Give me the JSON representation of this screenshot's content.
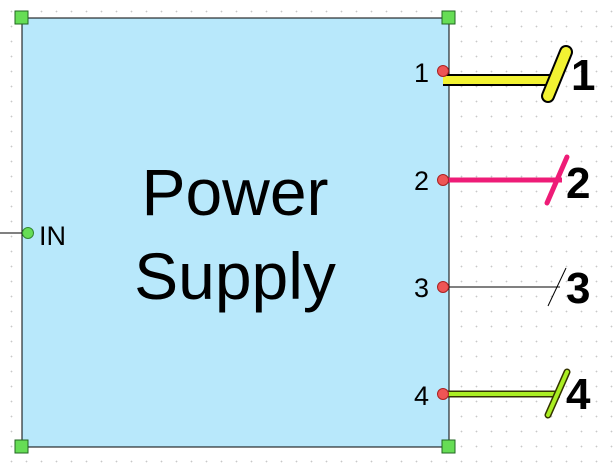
{
  "block": {
    "title_line1": "Power",
    "title_line2": "Supply",
    "fill_color": "#b8e8fb",
    "border_color": "#000000",
    "handle_color": "#66dd55"
  },
  "input_port": {
    "label": "IN",
    "pin_color": "#66dd55"
  },
  "output_ports": [
    {
      "pin_label": "1",
      "net_label": "1",
      "wire_color": "#f2f232",
      "wire_style": "thick"
    },
    {
      "pin_label": "2",
      "net_label": "2",
      "wire_color": "#ee1c77",
      "wire_style": "medium"
    },
    {
      "pin_label": "3",
      "net_label": "3",
      "wire_color": "#000000",
      "wire_style": "thin"
    },
    {
      "pin_label": "4",
      "net_label": "4",
      "wire_color": "#aaee22",
      "wire_style": "medium"
    }
  ],
  "output_pin_color": "#ee5555"
}
